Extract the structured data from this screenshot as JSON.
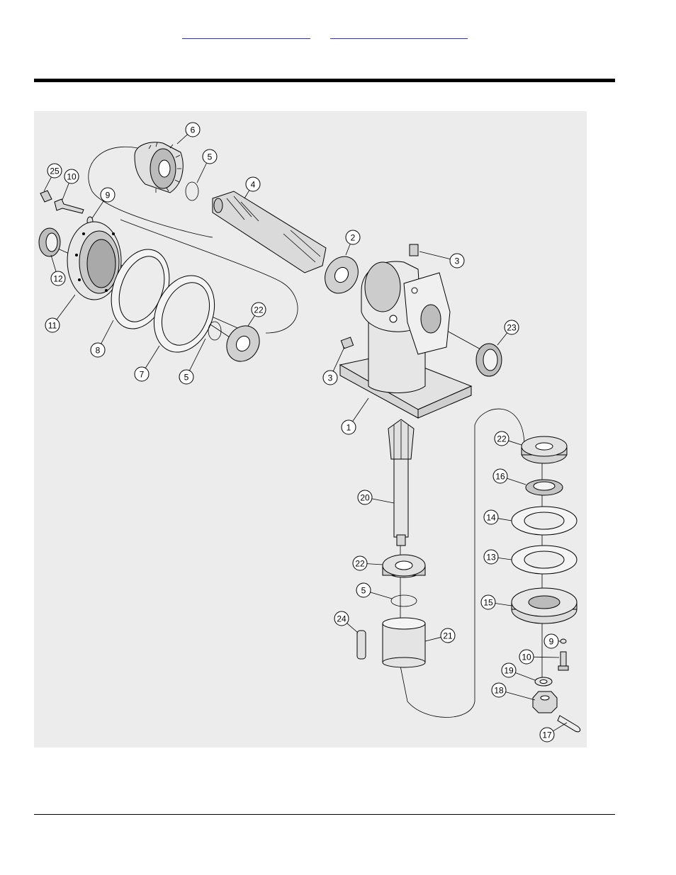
{
  "header": {
    "links": [
      {
        "label": ""
      },
      {
        "label": ""
      }
    ]
  },
  "callouts": [
    {
      "id": "c1",
      "num": "1"
    },
    {
      "id": "c2",
      "num": "2"
    },
    {
      "id": "c3a",
      "num": "3"
    },
    {
      "id": "c3b",
      "num": "3"
    },
    {
      "id": "c4",
      "num": "4"
    },
    {
      "id": "c5a",
      "num": "5"
    },
    {
      "id": "c5b",
      "num": "5"
    },
    {
      "id": "c5c",
      "num": "5"
    },
    {
      "id": "c6",
      "num": "6"
    },
    {
      "id": "c7",
      "num": "7"
    },
    {
      "id": "c8",
      "num": "8"
    },
    {
      "id": "c9a",
      "num": "9"
    },
    {
      "id": "c9b",
      "num": "9"
    },
    {
      "id": "c10a",
      "num": "10"
    },
    {
      "id": "c10b",
      "num": "10"
    },
    {
      "id": "c11",
      "num": "11"
    },
    {
      "id": "c12",
      "num": "12"
    },
    {
      "id": "c13",
      "num": "13"
    },
    {
      "id": "c14",
      "num": "14"
    },
    {
      "id": "c15",
      "num": "15"
    },
    {
      "id": "c16",
      "num": "16"
    },
    {
      "id": "c17",
      "num": "17"
    },
    {
      "id": "c18",
      "num": "18"
    },
    {
      "id": "c19",
      "num": "19"
    },
    {
      "id": "c20",
      "num": "20"
    },
    {
      "id": "c21",
      "num": "21"
    },
    {
      "id": "c22a",
      "num": "22"
    },
    {
      "id": "c22b",
      "num": "22"
    },
    {
      "id": "c22c",
      "num": "22"
    },
    {
      "id": "c23",
      "num": "23"
    },
    {
      "id": "c24",
      "num": "24"
    },
    {
      "id": "c25",
      "num": "25"
    }
  ]
}
